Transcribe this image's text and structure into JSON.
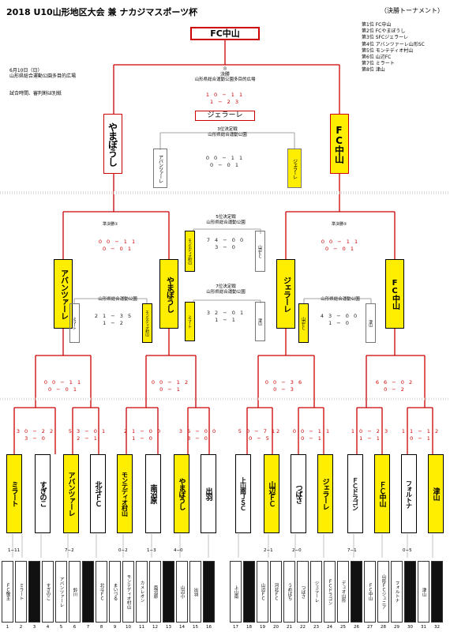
{
  "header": {
    "title": "2018 U10山形地区大会 兼 ナカジマスポーツ杯",
    "format": "（決勝トーナメント）",
    "date": "6月10日（日）",
    "venue": "山形県総合運動公園多目的広場",
    "match_info": "試合時間、審判割は別紙"
  },
  "rankings": [
    "第1位 FC中山",
    "第2位 FCやまぼうし",
    "第3位 SFCジェラーレ",
    "第4位 アバンツァーレ山形SC",
    "第5位 モンテディオ村山",
    "第6位 山辺FC",
    "第7位 ミラート",
    "第8位 津山"
  ],
  "champion": "FC中山",
  "final": {
    "label": "決勝",
    "venue": "山形県総合運動公園多目的広場",
    "score1": "1 0 − 1 1",
    "score2": "1 − 2 3",
    "left": "やまぼうし",
    "right": "FC中山",
    "mark": "◎"
  },
  "third": {
    "label": "ジェラーレ",
    "header": "3位決定戦",
    "venue": "山形県総合運動公園",
    "score1": "0 0 − 1 1",
    "score2": "0 − 0 1",
    "left": "アバンツァーレ",
    "right": "ジェラーレ"
  },
  "fifth": {
    "header": "5位決定戦",
    "venue": "山形県総合運動公園",
    "score1": "7 4 − 0 0",
    "score2": "3 − 0",
    "left": "モンテディオ村山",
    "right": "山辺ＦＣ"
  },
  "seventh": {
    "header": "7位決定戦",
    "venue": "山形県総合運動公園",
    "score1": "3 2 − 0 1",
    "score2": "1 − 1",
    "left": "ミラート",
    "right": "津山"
  },
  "semis": [
    {
      "header": "準決勝①",
      "score1": "0 0 − 1 1",
      "score2": "0 − 0 1",
      "left": "アバンツァーレ",
      "right": "やまぼうし"
    },
    {
      "header": "準決勝②",
      "score1": "0 0 − 1 1",
      "score2": "0 − 0 1",
      "left": "ジェラーレ",
      "right": "FC中山"
    }
  ],
  "lower_semis": [
    {
      "venue": "山形県総合運動公園",
      "score1": "2 1 − 3 5",
      "score2": "1 − 2",
      "left": "ミラート",
      "right": "モンテディオ村山"
    },
    {
      "venue": "山形県総合運動公園",
      "score1": "4 3 − 0 0",
      "score2": "1 − 0",
      "left": "山辺ＦＣ",
      "right": "津山"
    }
  ],
  "qf_scores": [
    {
      "s1": "0 0 − 1 1",
      "s2": "0 − 0 1"
    },
    {
      "s1": "0 0 − 1 2",
      "s2": "0 − 1"
    },
    {
      "s1": "0 0 − 3 6",
      "s2": "0 − 3"
    },
    {
      "s1": "6 6 − 0 2",
      "s2": "0 − 2"
    }
  ],
  "r16": [
    {
      "s1": "3 0 − 2 2",
      "s2": "3 − 0",
      "left": "ミラート",
      "right": "すぎのこ"
    },
    {
      "s1": "5 3 − 0 1",
      "s2": "2 − 1",
      "left": "アバンツァーレ",
      "right": "北斗ＦＣ"
    },
    {
      "s1": "2 1 − 0 0",
      "s2": "1 − 0",
      "left": "モンテディオ村山",
      "right": "南沼原"
    },
    {
      "s1": "3 6 − 0 0",
      "s2": "3 − 0",
      "left": "やまぼうし",
      "right": "出羽"
    },
    {
      "s1": "5 0 − 7 12",
      "s2": "0 − 5",
      "left": "上山南ＪＳＣ",
      "right": "山辺ＦＣ"
    },
    {
      "s1": "0 0 − 1 1",
      "s2": "0 − 1",
      "left": "つばさ",
      "right": "ジェラーレ"
    },
    {
      "s1": "1 0 − 2 3",
      "s2": "1 − 1",
      "left": "ＦＣドラゴン",
      "right": "ＦＣ中山"
    },
    {
      "s1": "1 1 − 1 2",
      "s2": "0 − 1",
      "left": "フォルトナ",
      "right": "津山"
    }
  ],
  "first_round": [
    {
      "score": "1−11"
    },
    {
      "score": "7−2"
    },
    {
      "score": "0−2"
    },
    {
      "score": "1−3"
    },
    {
      "score": "4−0"
    },
    {
      "score": "2−1"
    },
    {
      "score": "2−0"
    },
    {
      "score": "7−1"
    },
    {
      "score": "0−5"
    }
  ],
  "teams": [
    "ＦＣ敬王",
    "ミラート",
    "",
    "すぎのこ",
    "アバンツァーレ",
    "鈴川",
    "",
    "北斗ＦＣ",
    "まいづる",
    "モンテディオ村山",
    "カメレオン",
    "南沼原",
    "",
    "山辺小",
    "出羽",
    "",
    "上山南",
    "",
    "山辺ＦＣ",
    "河北ＦＣ",
    "うめばち",
    "つばさ",
    "ジェラーレ",
    "ＦＣドラゴン",
    "デュオ山形",
    "",
    "ＦＣ中山",
    "山形ＦＣジュニア",
    "フォルトナ",
    "",
    "津山",
    ""
  ],
  "numbers": [
    "1",
    "2",
    "3",
    "4",
    "5",
    "6",
    "7",
    "8",
    "9",
    "10",
    "11",
    "12",
    "13",
    "14",
    "15",
    "16",
    "17",
    "18",
    "19",
    "20",
    "21",
    "22",
    "23",
    "24",
    "25",
    "26",
    "27",
    "28",
    "29",
    "30",
    "31",
    "32"
  ],
  "colors": {
    "line": "#c00000",
    "winner_box": "#ffee00"
  }
}
